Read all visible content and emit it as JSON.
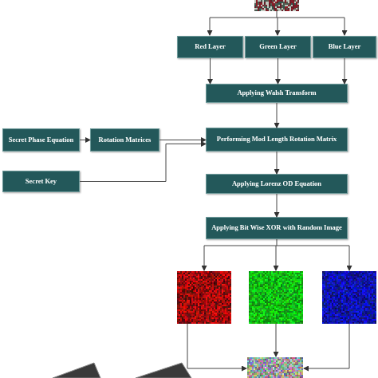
{
  "diagram": {
    "nodes": [
      {
        "text": [
          "Red Layer"
        ]
      },
      {
        "text": [
          "Green Layer"
        ]
      },
      {
        "text": [
          "Blue Layer"
        ]
      },
      {
        "text": [
          "Applying Walsh Transform"
        ]
      },
      {
        "text": [
          "Secret Phase Equation"
        ]
      },
      {
        "text": [
          "Rotation Matrices"
        ]
      },
      {
        "text": [
          "Performing Mod Length Rotation Matrix"
        ]
      },
      {
        "text": [
          "Secret Key"
        ]
      },
      {
        "text": [
          "Applying Lorenz OD Equation"
        ]
      },
      {
        "text": [
          "Applying Bit Wise XOR with Random Image"
        ]
      }
    ],
    "edges": [
      {
        "from": 0,
        "to": 3,
        "arrow": "to"
      },
      {
        "from": 1,
        "to": 3,
        "arrow": "to"
      },
      {
        "from": 2,
        "to": 3,
        "arrow": "to"
      },
      {
        "from": 3,
        "to": 6,
        "arrow": "to"
      },
      {
        "from": 4,
        "to": 5,
        "arrow": "to"
      },
      {
        "from": 5,
        "to": 6,
        "arrow": "to"
      },
      {
        "from": 7,
        "to": 6,
        "arrow": "to"
      },
      {
        "from": 6,
        "to": 8,
        "arrow": "to"
      },
      {
        "from": 8,
        "to": 9,
        "arrow": "to"
      }
    ]
  }
}
